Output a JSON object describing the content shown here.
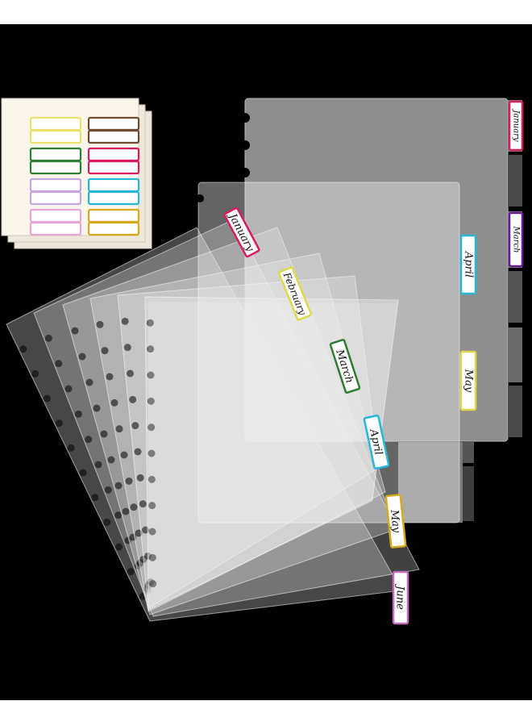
{
  "image": {
    "background": "#000000",
    "product": "clear plastic discbound divider sheets with month tabs and sticker label sheet"
  },
  "colors": {
    "black": "#000000",
    "frame": "#ffffff",
    "dark_sheet": "#8f8f8f",
    "frost": "#e6e6e6",
    "sticker_bg": "#f6f2e8",
    "pink": "#d81b60",
    "purple": "#6a1b9a",
    "cyan": "#26b6d6",
    "yellow": "#e0d84a",
    "green": "#2e7d32",
    "gold": "#d6a81e",
    "brown": "#6d4c2f",
    "lavender": "#c6a6e0",
    "light_pink": "#e7a6d6",
    "light_yellow": "#e9e26a"
  },
  "tabs": {
    "january": "January",
    "february": "February",
    "march": "March",
    "april": "April",
    "may": "May",
    "june": "June"
  },
  "sticker_sheet": {
    "label_colors": [
      [
        "light_yellow",
        "brown"
      ],
      [
        "green",
        "pink"
      ],
      [
        "lavender",
        "cyan"
      ],
      [
        "light_pink",
        "gold"
      ]
    ]
  }
}
